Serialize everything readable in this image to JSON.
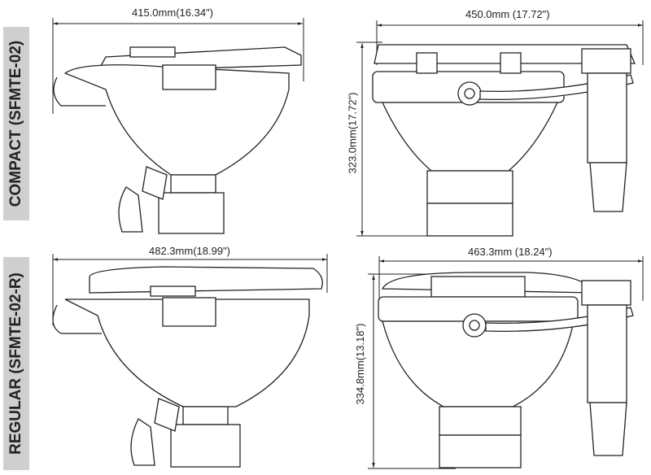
{
  "sections": [
    {
      "label": "COMPACT (SFMTE-02)",
      "side_width": "415.0mm(16.34\")",
      "front_width": "450.0mm  (17.72\")",
      "height": "323.0mm(17.72\")"
    },
    {
      "label": "REGULAR (SFMTE-02-R)",
      "side_width": "482.3mm(18.99\")",
      "front_width": "463.3mm  (18.24\")",
      "height": "334.8mm(13.18\")"
    }
  ]
}
